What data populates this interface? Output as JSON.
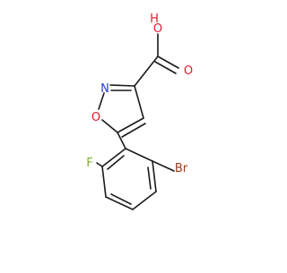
{
  "molecule": {
    "atoms": {
      "hydroxyl_o": {
        "label": "O",
        "color": "#e8192c"
      },
      "hydroxyl_h": {
        "label": "H",
        "color": "#e8192c"
      },
      "carbonyl_o": {
        "label": "O",
        "color": "#e8192c"
      },
      "ring_n": {
        "label": "N",
        "color": "#1f3fe0"
      },
      "ring_o": {
        "label": "O",
        "color": "#e8192c"
      },
      "fluorine": {
        "label": "F",
        "color": "#7fae2a"
      },
      "bromine": {
        "label": "Br",
        "color": "#a23a1c"
      }
    },
    "bond_color": "#1a1a1a"
  }
}
